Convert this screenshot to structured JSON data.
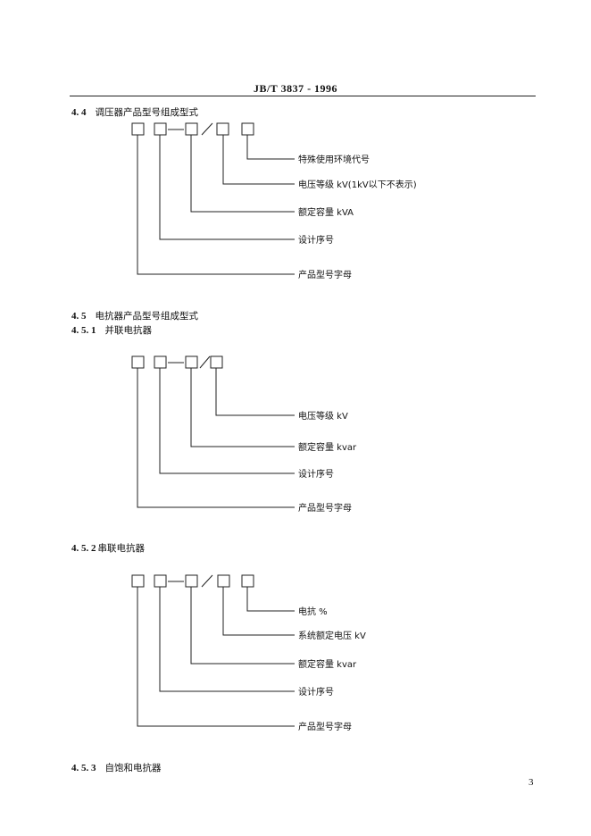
{
  "header": {
    "title": "JB/T  3837 - 1996"
  },
  "sections": {
    "s44": {
      "num": "4. 4",
      "title": "调压器产品型号组成型式"
    },
    "s45": {
      "num": "4. 5",
      "title": "电抗器产品型号组成型式"
    },
    "s451": {
      "num": "4. 5. 1",
      "title": "并联电抗器"
    },
    "s452": {
      "num": "4. 5. 2",
      "title": "串联电抗器"
    },
    "s453": {
      "num": "4. 5. 3",
      "title": "自饱和电抗器"
    }
  },
  "diagram1": {
    "labels": [
      "特殊使用环境代号",
      "电压等级  kV(1kV以下不表示)",
      "额定容量  kVA",
      "设计序号",
      "产品型号字母"
    ]
  },
  "diagram2": {
    "labels": [
      "电压等级  kV",
      "额定容量  kvar",
      "设计序号",
      "产品型号字母"
    ]
  },
  "diagram3": {
    "labels": [
      "电抗  %",
      "系统额定电压  kV",
      "额定容量  kvar",
      "设计序号",
      "产品型号字母"
    ]
  },
  "page_number": "3"
}
